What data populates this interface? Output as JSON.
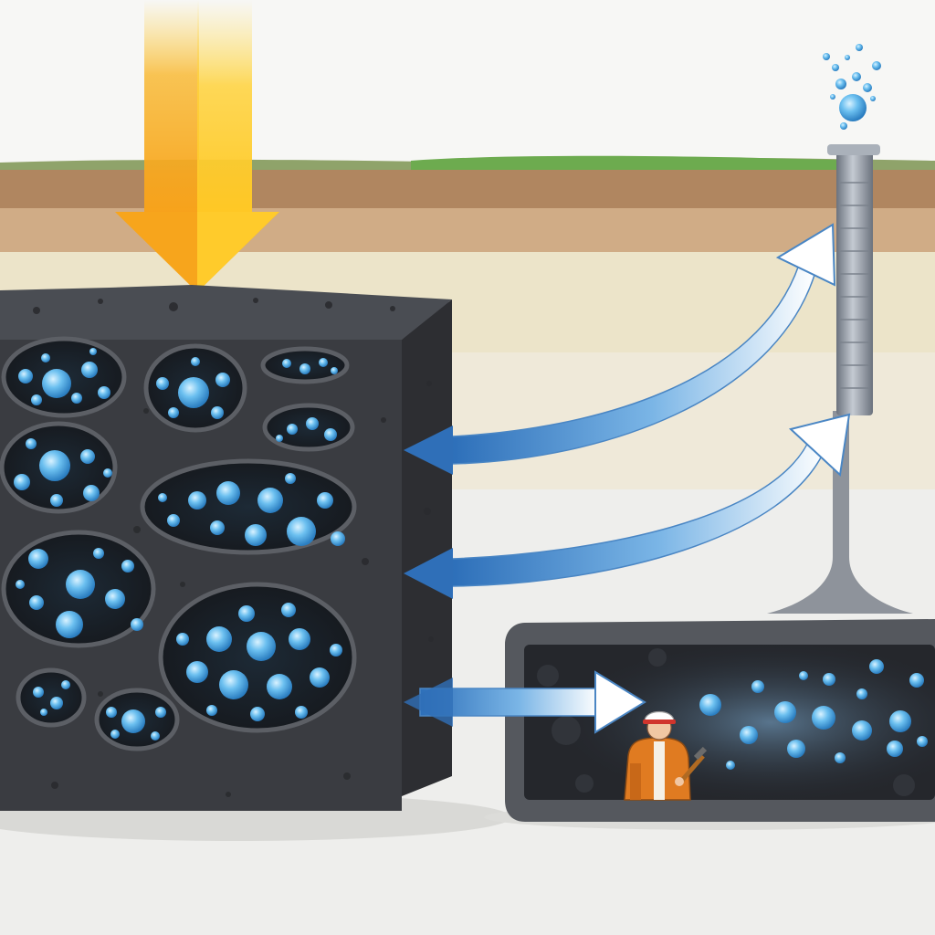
{
  "scene": {
    "description_free": true,
    "colors": {
      "sky": "#f7f7f5",
      "grass": "#6dab4f",
      "soil_dark": "#b08660",
      "soil_mid": "#c9a27e",
      "soil_light": "#d9bfa0",
      "sand": "#ece4c9",
      "sand_light": "#efe9d8",
      "ground": "#ececea",
      "coal_dark": "#2e2f33",
      "coal_mid": "#3d3f44",
      "coal_light": "#55575d",
      "bubble": "#5fb6ea",
      "bubble_light": "#bfe6fb",
      "arrow_blue": "#4f97d6",
      "pressure_arrow": "#f8a51c",
      "pipe": "#8f96a1",
      "worker_suit": "#e07b21"
    },
    "elements": {
      "pressure_arrow": "down-arrow-icon",
      "coal_block": "porous-coal-block",
      "well_pipe": "well-pipe",
      "gas_bubbles": "gas-bubble-icon",
      "mine_tunnel": "mine-tunnel",
      "worker": "miner-worker-icon"
    }
  }
}
